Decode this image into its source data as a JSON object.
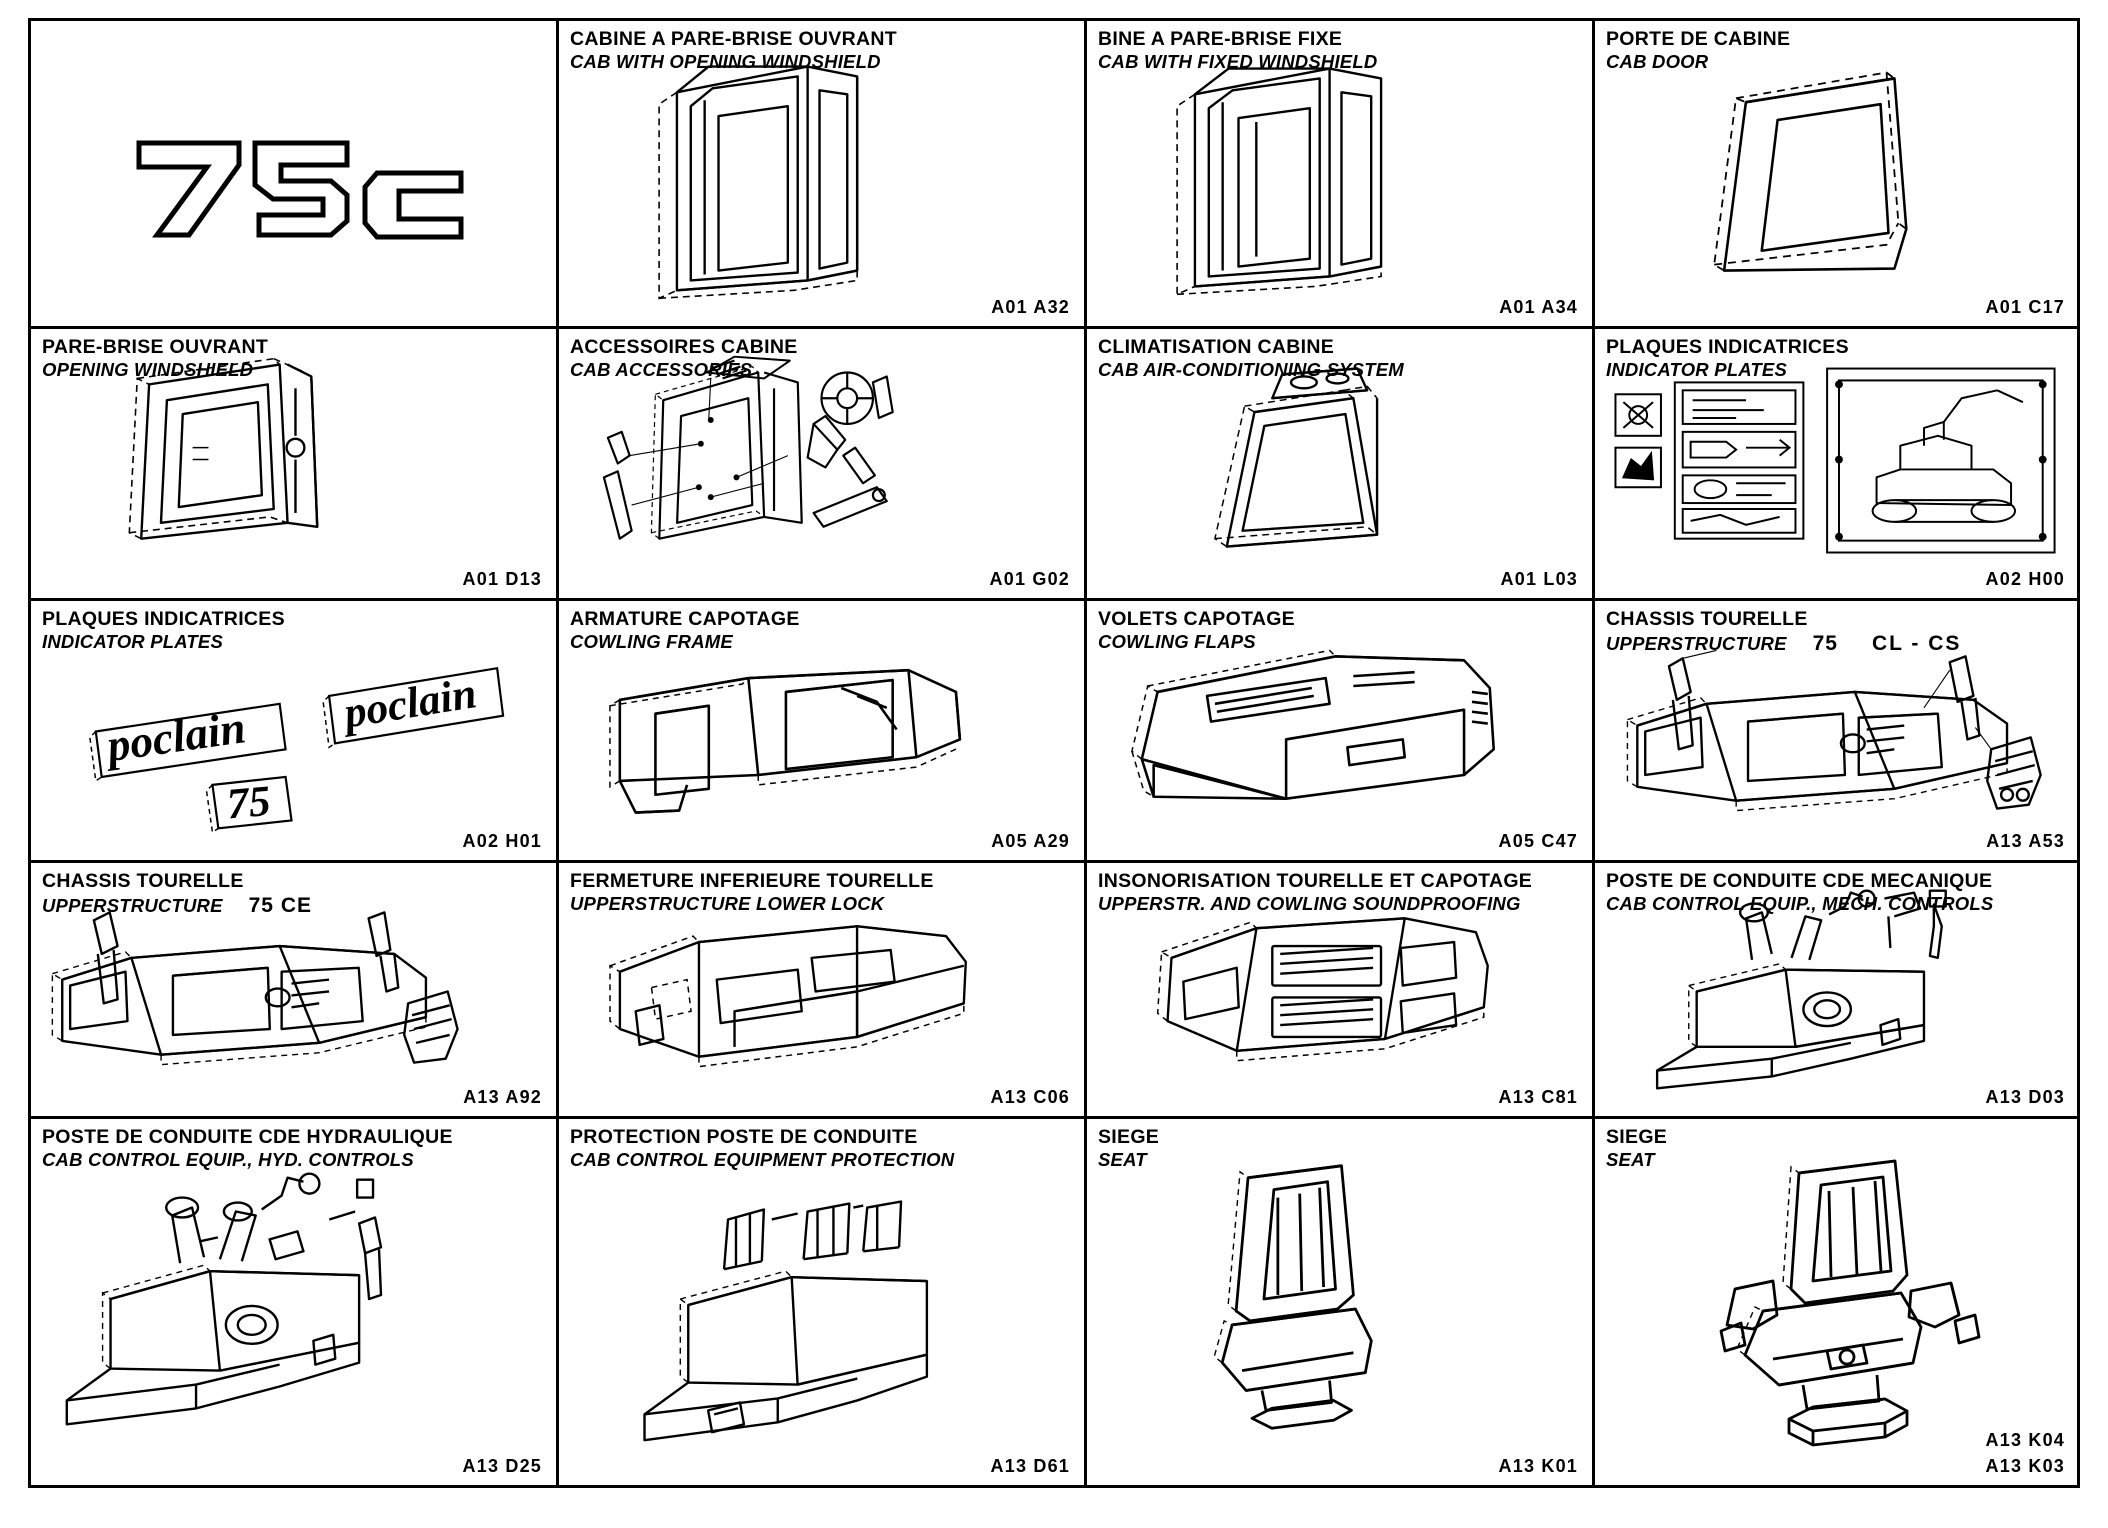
{
  "document": {
    "model_logo": "75c",
    "type": "parts-catalog-index"
  },
  "cells": [
    {
      "id": "logo",
      "title_fr": "",
      "title_en": "",
      "code": "",
      "art": "model-logo"
    },
    {
      "id": "cab-opening-windshield",
      "title_fr": "CABINE A PARE-BRISE OUVRANT",
      "title_en": "CAB WITH OPENING WINDSHIELD",
      "code": "A01 A32",
      "art": "cab-box"
    },
    {
      "id": "cab-fixed-windshield",
      "title_fr": "BINE A PARE-BRISE FIXE",
      "title_en": "CAB WITH FIXED WINDSHIELD",
      "code": "A01 A34",
      "art": "cab-box"
    },
    {
      "id": "cab-door",
      "title_fr": "PORTE DE CABINE",
      "title_en": "CAB DOOR",
      "code": "A01 C17",
      "art": "cab-door"
    },
    {
      "id": "opening-windshield",
      "title_fr": "PARE-BRISE OUVRANT",
      "title_en": "OPENING WINDSHIELD",
      "code": "A01 D13",
      "art": "windshield"
    },
    {
      "id": "cab-accessories",
      "title_fr": "ACCESSOIRES CABINE",
      "title_en": "CAB ACCESSORIES",
      "code": "A01 G02",
      "art": "cab-accessories"
    },
    {
      "id": "cab-air-conditioning",
      "title_fr": "CLIMATISATION CABINE",
      "title_en": "CAB AIR-CONDITIONING SYSTEM",
      "code": "A01 L03",
      "art": "air-conditioning"
    },
    {
      "id": "indicator-plates-h00",
      "title_fr": "PLAQUES INDICATRICES",
      "title_en": "INDICATOR PLATES",
      "code": "A02 H00",
      "art": "indicator-panels"
    },
    {
      "id": "indicator-plates-h01",
      "title_fr": "PLAQUES INDICATRICES",
      "title_en": "INDICATOR PLATES",
      "code": "A02 H01",
      "art": "poclain-plates",
      "brand_text": "poclain",
      "number_text": "75"
    },
    {
      "id": "cowling-frame",
      "title_fr": "ARMATURE CAPOTAGE",
      "title_en": "COWLING FRAME",
      "code": "A05 A29",
      "art": "cowling-frame"
    },
    {
      "id": "cowling-flaps",
      "title_fr": "VOLETS CAPOTAGE",
      "title_en": "COWLING FLAPS",
      "code": "A05 C47",
      "art": "cowling-flaps"
    },
    {
      "id": "upperstructure-cl-cs",
      "title_fr": "CHASSIS TOURELLE",
      "title_en": "UPPERSTRUCTURE",
      "model": "75",
      "model_variant": "CL - CS",
      "code": "A13 A53",
      "art": "upperstructure"
    },
    {
      "id": "upperstructure-ce",
      "title_fr": "CHASSIS TOURELLE",
      "title_en": "UPPERSTRUCTURE",
      "model": "75 CE",
      "code": "A13 A92",
      "art": "upperstructure"
    },
    {
      "id": "upperstructure-lower-lock",
      "title_fr": "FERMETURE INFERIEURE TOURELLE",
      "title_en": "UPPERSTRUCTURE LOWER LOCK",
      "code": "A13 C06",
      "art": "lower-lock"
    },
    {
      "id": "soundproofing",
      "title_fr": "INSONORISATION TOURELLE ET CAPOTAGE",
      "title_en": "UPPERSTR. AND COWLING SOUNDPROOFING",
      "code": "A13 C81",
      "art": "soundproofing"
    },
    {
      "id": "cab-control-mech",
      "title_fr": "POSTE DE CONDUITE CDE MECANIQUE",
      "title_en": "CAB CONTROL EQUIP., MECH. CONTROLS",
      "code": "A13 D03",
      "art": "control-station"
    },
    {
      "id": "cab-control-hyd",
      "title_fr": "POSTE DE CONDUITE CDE HYDRAULIQUE",
      "title_en": "CAB CONTROL EQUIP., HYD. CONTROLS",
      "code": "A13 D25",
      "art": "control-station-hyd"
    },
    {
      "id": "control-protection",
      "title_fr": "PROTECTION POSTE DE CONDUITE",
      "title_en": "CAB CONTROL EQUIPMENT PROTECTION",
      "code": "A13 D61",
      "art": "control-protection"
    },
    {
      "id": "seat-k01",
      "title_fr": "SIEGE",
      "title_en": "SEAT",
      "code": "A13 K01",
      "art": "seat-simple"
    },
    {
      "id": "seat-k04",
      "title_fr": "SIEGE",
      "title_en": "SEAT",
      "code": "A13 K04",
      "code2": "A13 K03",
      "art": "seat-deluxe"
    }
  ]
}
